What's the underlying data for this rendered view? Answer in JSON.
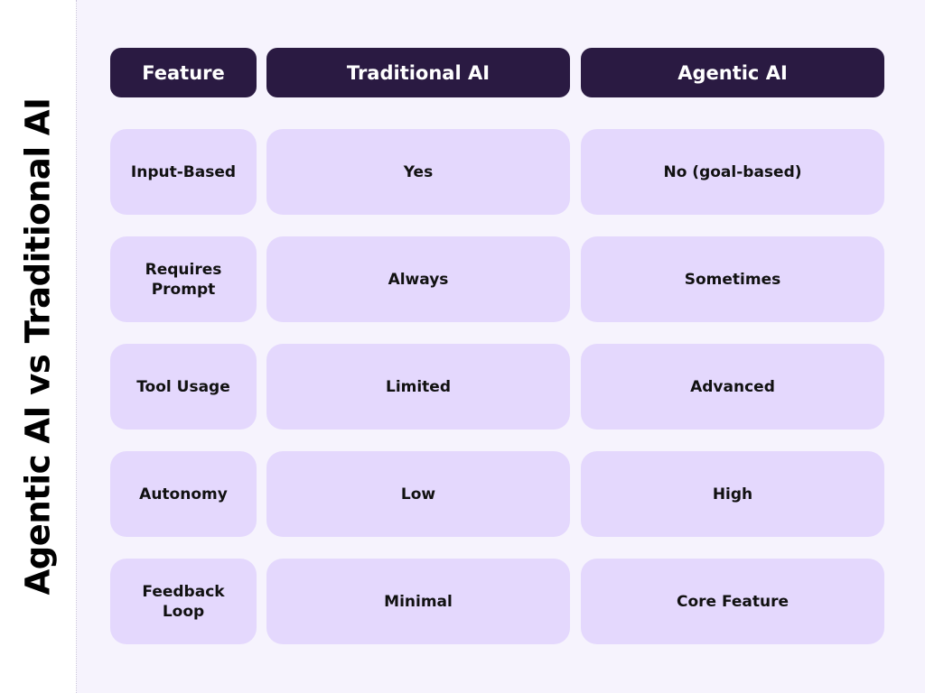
{
  "title": "Agentic AI vs Traditional AI",
  "colors": {
    "header_bg": "#2a1a42",
    "cell_bg": "#e4d8fd",
    "page_bg": "#f6f3fd"
  },
  "table": {
    "headers": [
      "Feature",
      "Traditional AI",
      "Agentic AI"
    ],
    "rows": [
      [
        "Input-Based",
        "Yes",
        "No (goal-based)"
      ],
      [
        "Requires\nPrompt",
        "Always",
        "Sometimes"
      ],
      [
        "Tool Usage",
        "Limited",
        "Advanced"
      ],
      [
        "Autonomy",
        "Low",
        "High"
      ],
      [
        "Feedback\nLoop",
        "Minimal",
        "Core Feature"
      ]
    ]
  }
}
